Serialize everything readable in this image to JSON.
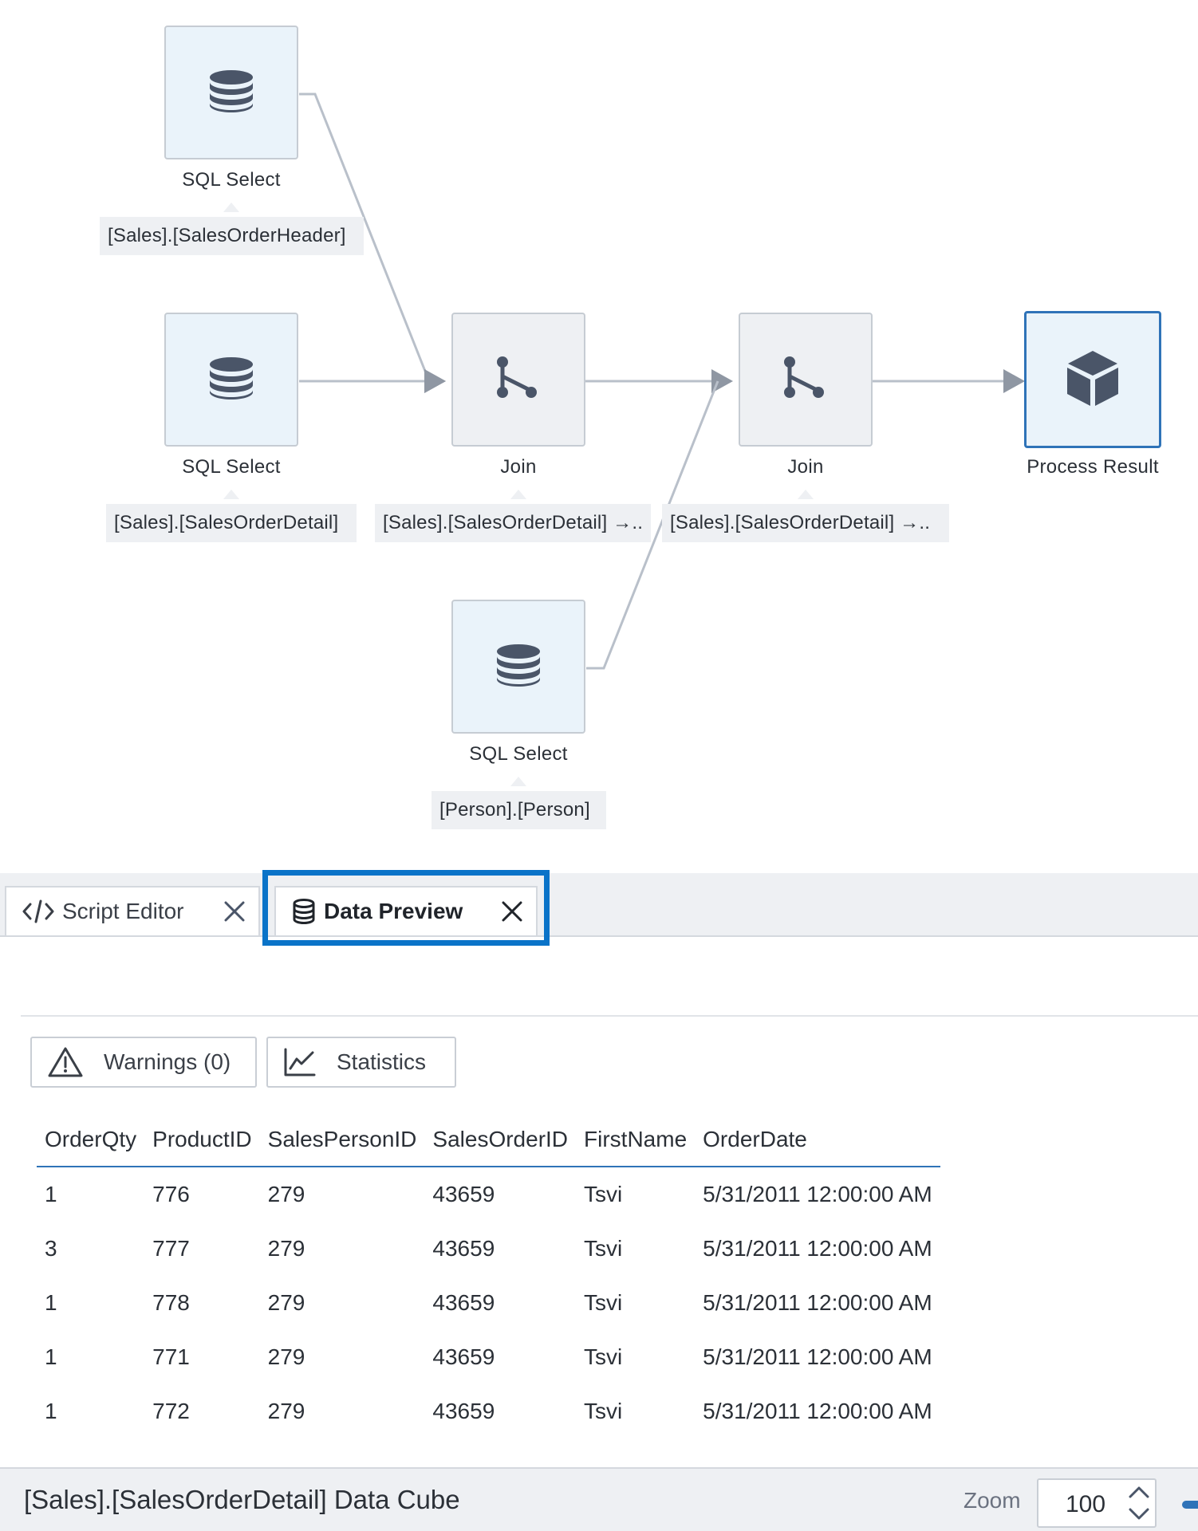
{
  "flow": {
    "nodes": [
      {
        "title": "SQL Select",
        "tag": "[Sales].[SalesOrderHeader]",
        "icon": "database-icon"
      },
      {
        "title": "SQL Select",
        "tag": "[Sales].[SalesOrderDetail]",
        "icon": "database-icon"
      },
      {
        "title": "Join",
        "tag": "[Sales].[SalesOrderDetail] →..",
        "icon": "join-icon"
      },
      {
        "title": "Join",
        "tag": "[Sales].[SalesOrderDetail] →..",
        "icon": "join-icon"
      },
      {
        "title": "Process Result",
        "icon": "cube-icon"
      },
      {
        "title": "SQL Select",
        "tag": "[Person].[Person]",
        "icon": "database-icon"
      }
    ]
  },
  "tabs": [
    {
      "label": "Script Editor",
      "icon": "code-icon"
    },
    {
      "label": "Data Preview",
      "icon": "database-icon",
      "active": true
    }
  ],
  "toolbar": {
    "warnings_label": "Warnings (0)",
    "statistics_label": "Statistics"
  },
  "table": {
    "columns": [
      "OrderQty",
      "ProductID",
      "SalesPersonID",
      "SalesOrderID",
      "FirstName",
      "OrderDate"
    ],
    "rows": [
      [
        "1",
        "776",
        "279",
        "43659",
        "Tsvi",
        "5/31/2011 12:00:00 AM"
      ],
      [
        "3",
        "777",
        "279",
        "43659",
        "Tsvi",
        "5/31/2011 12:00:00 AM"
      ],
      [
        "1",
        "778",
        "279",
        "43659",
        "Tsvi",
        "5/31/2011 12:00:00 AM"
      ],
      [
        "1",
        "771",
        "279",
        "43659",
        "Tsvi",
        "5/31/2011 12:00:00 AM"
      ],
      [
        "1",
        "772",
        "279",
        "43659",
        "Tsvi",
        "5/31/2011 12:00:00 AM"
      ]
    ]
  },
  "status": {
    "title": "[Sales].[SalesOrderDetail] Data Cube",
    "zoom_label": "Zoom",
    "zoom_value": "100"
  },
  "colors": {
    "accent": "#2f73b8",
    "focus": "#0a73c8",
    "node_fill": "#eaf3fa",
    "join_fill": "#eef0f3",
    "icon": "#4a5568"
  }
}
